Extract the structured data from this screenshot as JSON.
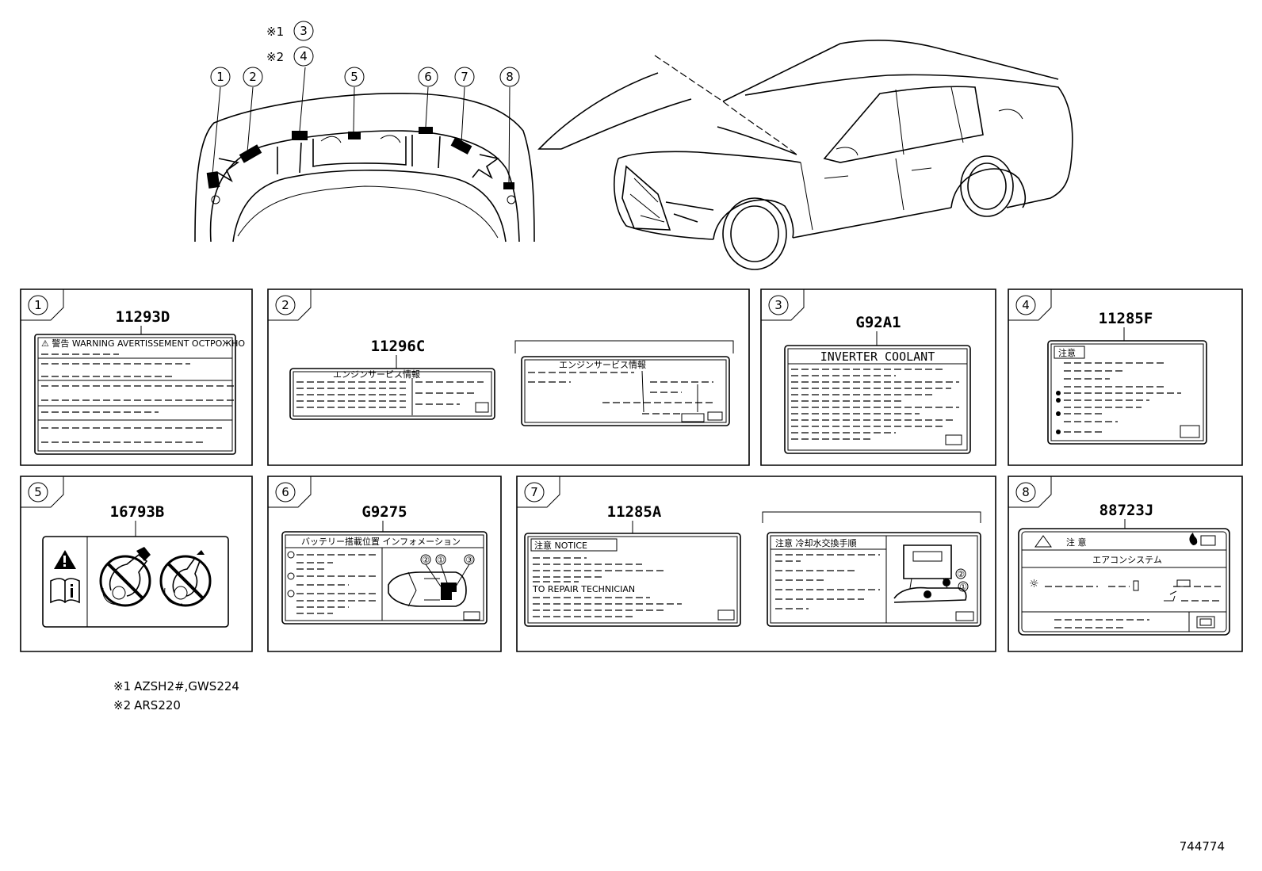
{
  "callouts": [
    "1",
    "2",
    "3",
    "4",
    "5",
    "6",
    "7",
    "8"
  ],
  "variant_marks": {
    "mark1": "※1",
    "mark2": "※2"
  },
  "labels": {
    "l1": {
      "num": "1",
      "part": "11293D",
      "header": "⚠ 警告 WARNING AVERTISSEMENT ОСТРОЖНО"
    },
    "l2": {
      "num": "2",
      "part": "11296C",
      "header": "エンジンサービス情報",
      "header2": "エンジンサービス情報"
    },
    "l3": {
      "num": "3",
      "part": "G92A1",
      "header": "INVERTER COOLANT"
    },
    "l4": {
      "num": "4",
      "part": "11285F",
      "header": "注意"
    },
    "l5": {
      "num": "5",
      "part": "16793B"
    },
    "l6": {
      "num": "6",
      "part": "G9275",
      "header": "バッテリー搭載位置 インフォメーション",
      "a": "①",
      "b": "②",
      "c": "③"
    },
    "l7": {
      "num": "7",
      "part": "11285A",
      "header": "注意 NOTICE",
      "sub": "TO REPAIR TECHNICIAN",
      "header2": "注意 冷却水交換手順",
      "a": "①",
      "b": "②"
    },
    "l8": {
      "num": "8",
      "part": "88723J",
      "header": "注 意",
      "sub": "エアコンシステム"
    }
  },
  "notes": [
    {
      "mark": "※1",
      "text": "AZSH2#,GWS224"
    },
    {
      "mark": "※2",
      "text": "ARS220"
    }
  ],
  "diagram_id": "744774"
}
